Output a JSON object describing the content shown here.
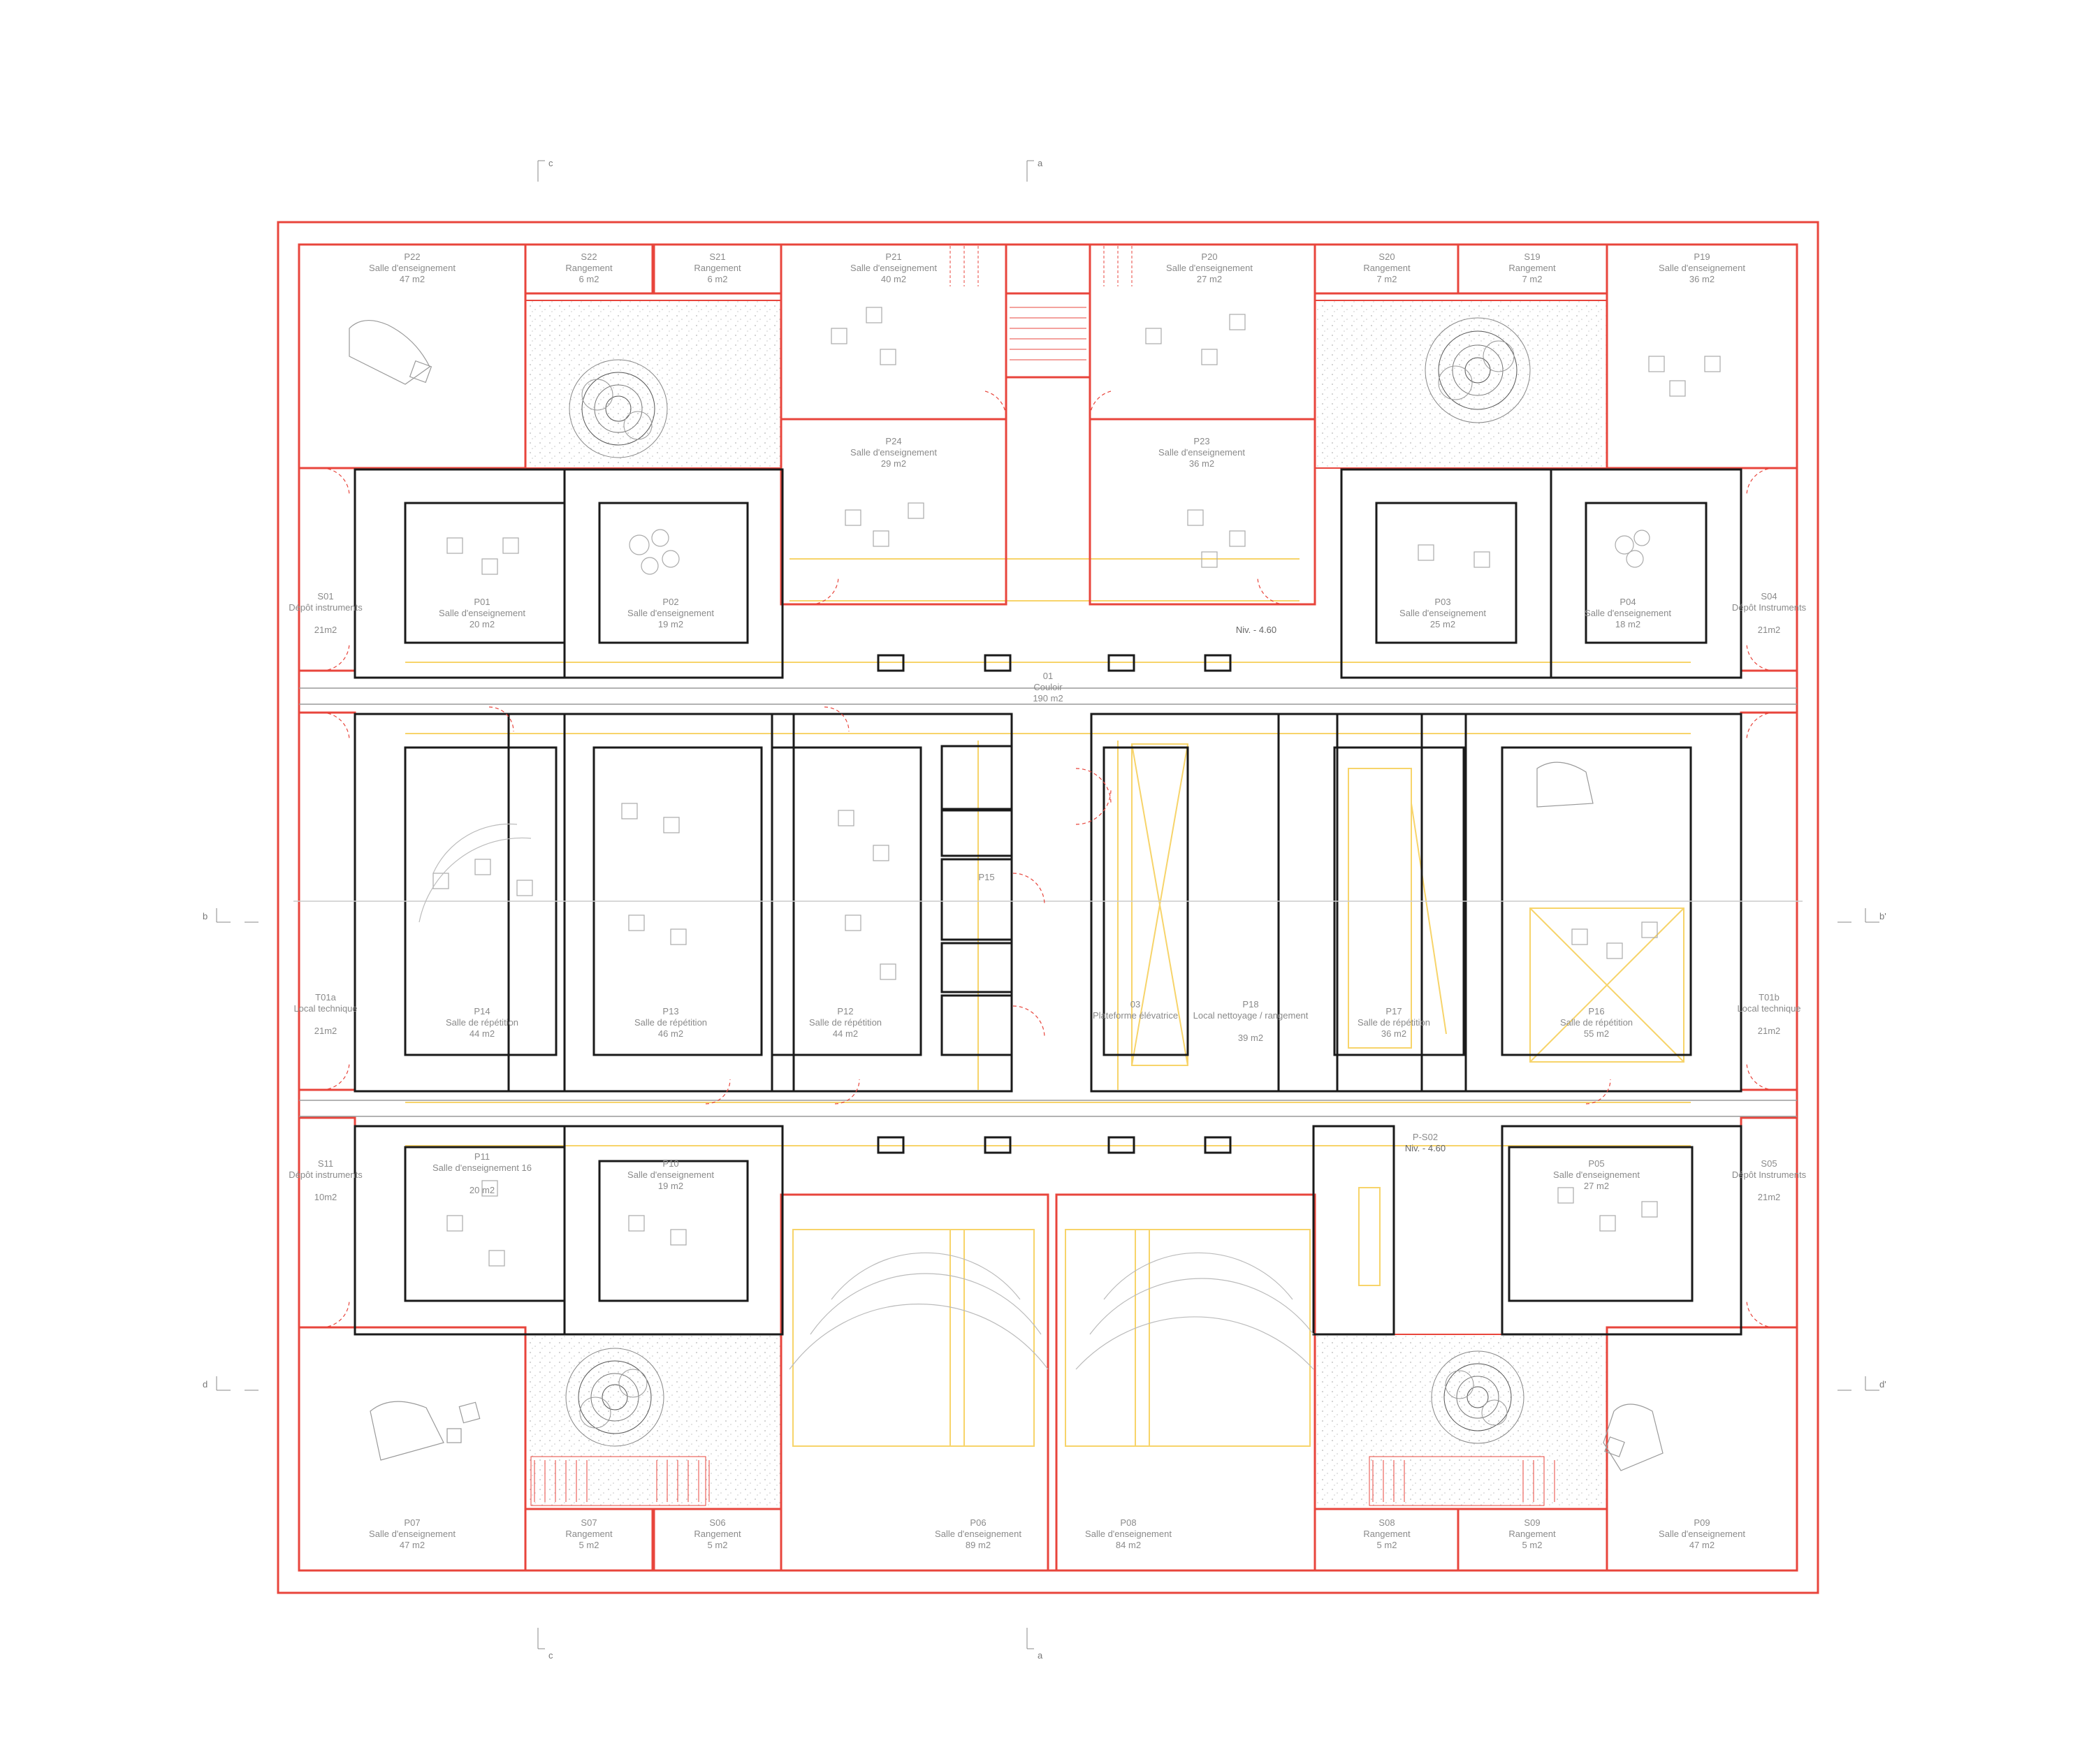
{
  "rooms": [
    {
      "id": "P22",
      "name": "Salle d'enseignement",
      "area": "47 m2"
    },
    {
      "id": "S22",
      "name": "Rangement",
      "area": "6 m2"
    },
    {
      "id": "S21",
      "name": "Rangement",
      "area": "6 m2"
    },
    {
      "id": "P21",
      "name": "Salle d'enseignement",
      "area": "40 m2"
    },
    {
      "id": "P20",
      "name": "Salle d'enseignement",
      "area": "27 m2"
    },
    {
      "id": "S20",
      "name": "Rangement",
      "area": "7 m2"
    },
    {
      "id": "S19",
      "name": "Rangement",
      "area": "7 m2"
    },
    {
      "id": "P19",
      "name": "Salle d'enseignement",
      "area": "36 m2"
    },
    {
      "id": "P24",
      "name": "Salle d'enseignement",
      "area": "29 m2"
    },
    {
      "id": "P23",
      "name": "Salle d'enseignement",
      "area": "36 m2"
    },
    {
      "id": "S01",
      "name": "Dépôt instruments",
      "area": "21m2"
    },
    {
      "id": "P01",
      "name": "Salle d'enseignement",
      "area": "20 m2"
    },
    {
      "id": "P02",
      "name": "Salle d'enseignement",
      "area": "19 m2"
    },
    {
      "id": "P03",
      "name": "Salle d'enseignement",
      "area": "25 m2"
    },
    {
      "id": "P04",
      "name": "Salle d'enseignement",
      "area": "18 m2"
    },
    {
      "id": "S04",
      "name": "Dépôt Instruments",
      "area": "21m2"
    },
    {
      "id": "01",
      "name": "Couloir",
      "area": "190 m2"
    },
    {
      "id": "P15",
      "name": "",
      "area": ""
    },
    {
      "id": "T01a",
      "name": "Local technique",
      "area": "21m2"
    },
    {
      "id": "P14",
      "name": "Salle de répétition",
      "area": "44 m2"
    },
    {
      "id": "P13",
      "name": "Salle de répétition",
      "area": "46 m2"
    },
    {
      "id": "P12",
      "name": "Salle de répétition",
      "area": "44 m2"
    },
    {
      "id": "03",
      "name": "Plateforme élévatrice",
      "area": ""
    },
    {
      "id": "P18",
      "name": "Local nettoyage / rangement",
      "area": "39 m2"
    },
    {
      "id": "P17",
      "name": "Salle de répétition",
      "area": "36 m2"
    },
    {
      "id": "P16",
      "name": "Salle de répétition",
      "area": "55 m2"
    },
    {
      "id": "T01b",
      "name": "Local technique",
      "area": "21m2"
    },
    {
      "id": "S11",
      "name": "Dépôt instruments",
      "area": "10m2"
    },
    {
      "id": "P11",
      "name": "Salle d'enseignement 16",
      "area": "20 m2"
    },
    {
      "id": "P10",
      "name": "Salle d'enseignement",
      "area": "19 m2"
    },
    {
      "id": "P-S02",
      "name": "",
      "area": ""
    },
    {
      "id": "P05",
      "name": "Salle d'enseignement",
      "area": "27 m2"
    },
    {
      "id": "S05",
      "name": "Dépôt Instruments",
      "area": "21m2"
    },
    {
      "id": "P07",
      "name": "Salle d'enseignement",
      "area": "47 m2"
    },
    {
      "id": "S07",
      "name": "Rangement",
      "area": "5 m2"
    },
    {
      "id": "S06",
      "name": "Rangement",
      "area": "5 m2"
    },
    {
      "id": "P06",
      "name": "Salle d'enseignement",
      "area": "89 m2"
    },
    {
      "id": "P08",
      "name": "Salle d'enseignement",
      "area": "84 m2"
    },
    {
      "id": "S08",
      "name": "Rangement",
      "area": "5 m2"
    },
    {
      "id": "S09",
      "name": "Rangement",
      "area": "5 m2"
    },
    {
      "id": "P09",
      "name": "Salle d'enseignement",
      "area": "47 m2"
    }
  ],
  "levels": [
    "Niv. - 4.60",
    "Niv. - 4.60"
  ],
  "section_marks": {
    "c_top": "c",
    "a_top": "a",
    "b_left": "b",
    "b_right": "b'",
    "d_left": "d",
    "d_right": "d'",
    "c_bottom": "c",
    "a_bottom": "a"
  },
  "colors": {
    "red": "#e8453c",
    "black": "#1a1a1a",
    "yellow": "#f7d46a",
    "gray": "#9a9a9a"
  }
}
